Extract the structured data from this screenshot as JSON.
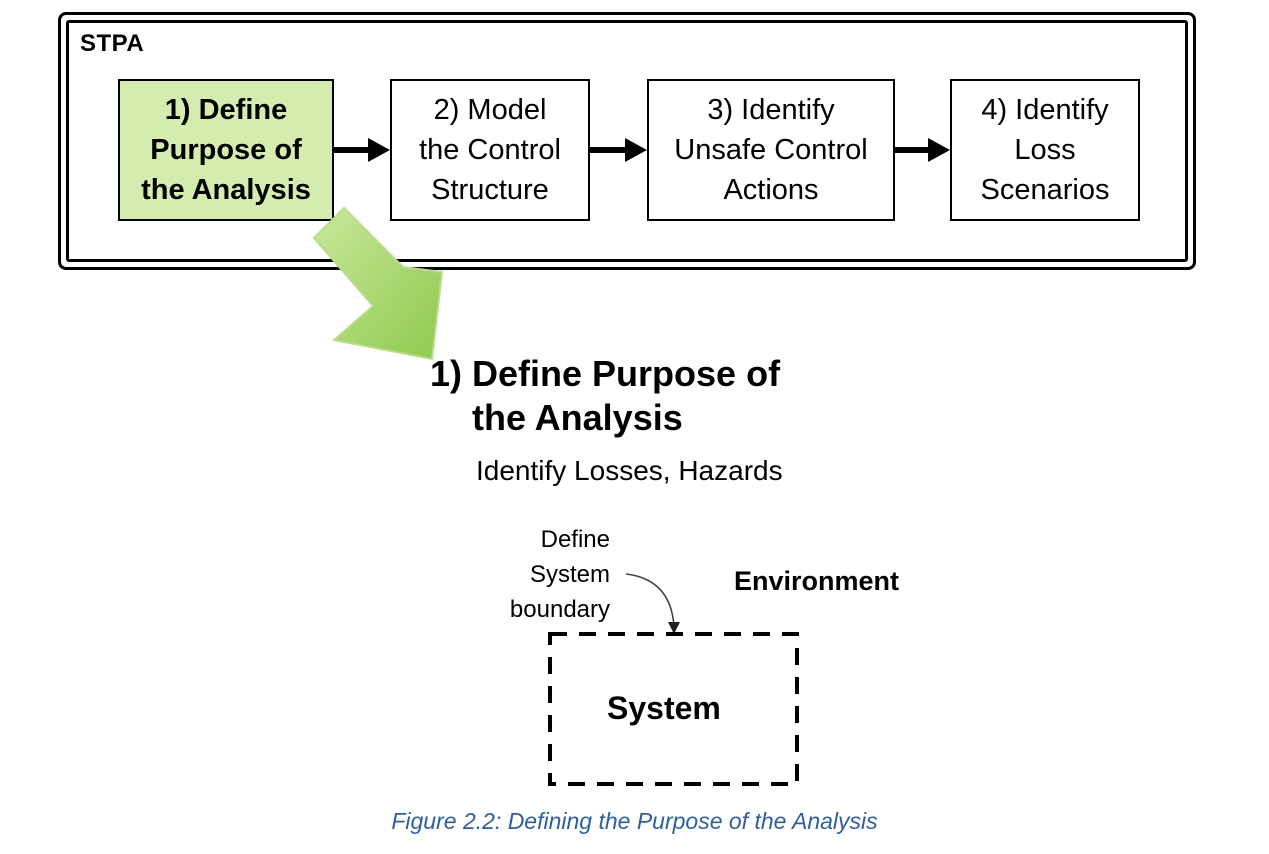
{
  "frame": {
    "label": "STPA"
  },
  "steps": [
    {
      "label": "1) Define\nPurpose of\nthe Analysis",
      "highlighted": true
    },
    {
      "label": "2) Model\nthe Control\nStructure",
      "highlighted": false
    },
    {
      "label": "3) Identify\nUnsafe Control\nActions",
      "highlighted": false
    },
    {
      "label": "4) Identify\nLoss\nScenarios",
      "highlighted": false
    }
  ],
  "detail": {
    "title_line1": "1) Define Purpose of",
    "title_line2": "the Analysis",
    "subtitle": "Identify Losses, Hazards",
    "boundary_note": "Define\nSystem\nboundary",
    "environment_label": "Environment",
    "system_label": "System"
  },
  "caption": "Figure 2.2: Defining the Purpose of the Analysis",
  "colors": {
    "highlight_fill": "#d4ecb0",
    "arrow_green": "#a6d66a",
    "caption_blue": "#2f5f9e"
  }
}
